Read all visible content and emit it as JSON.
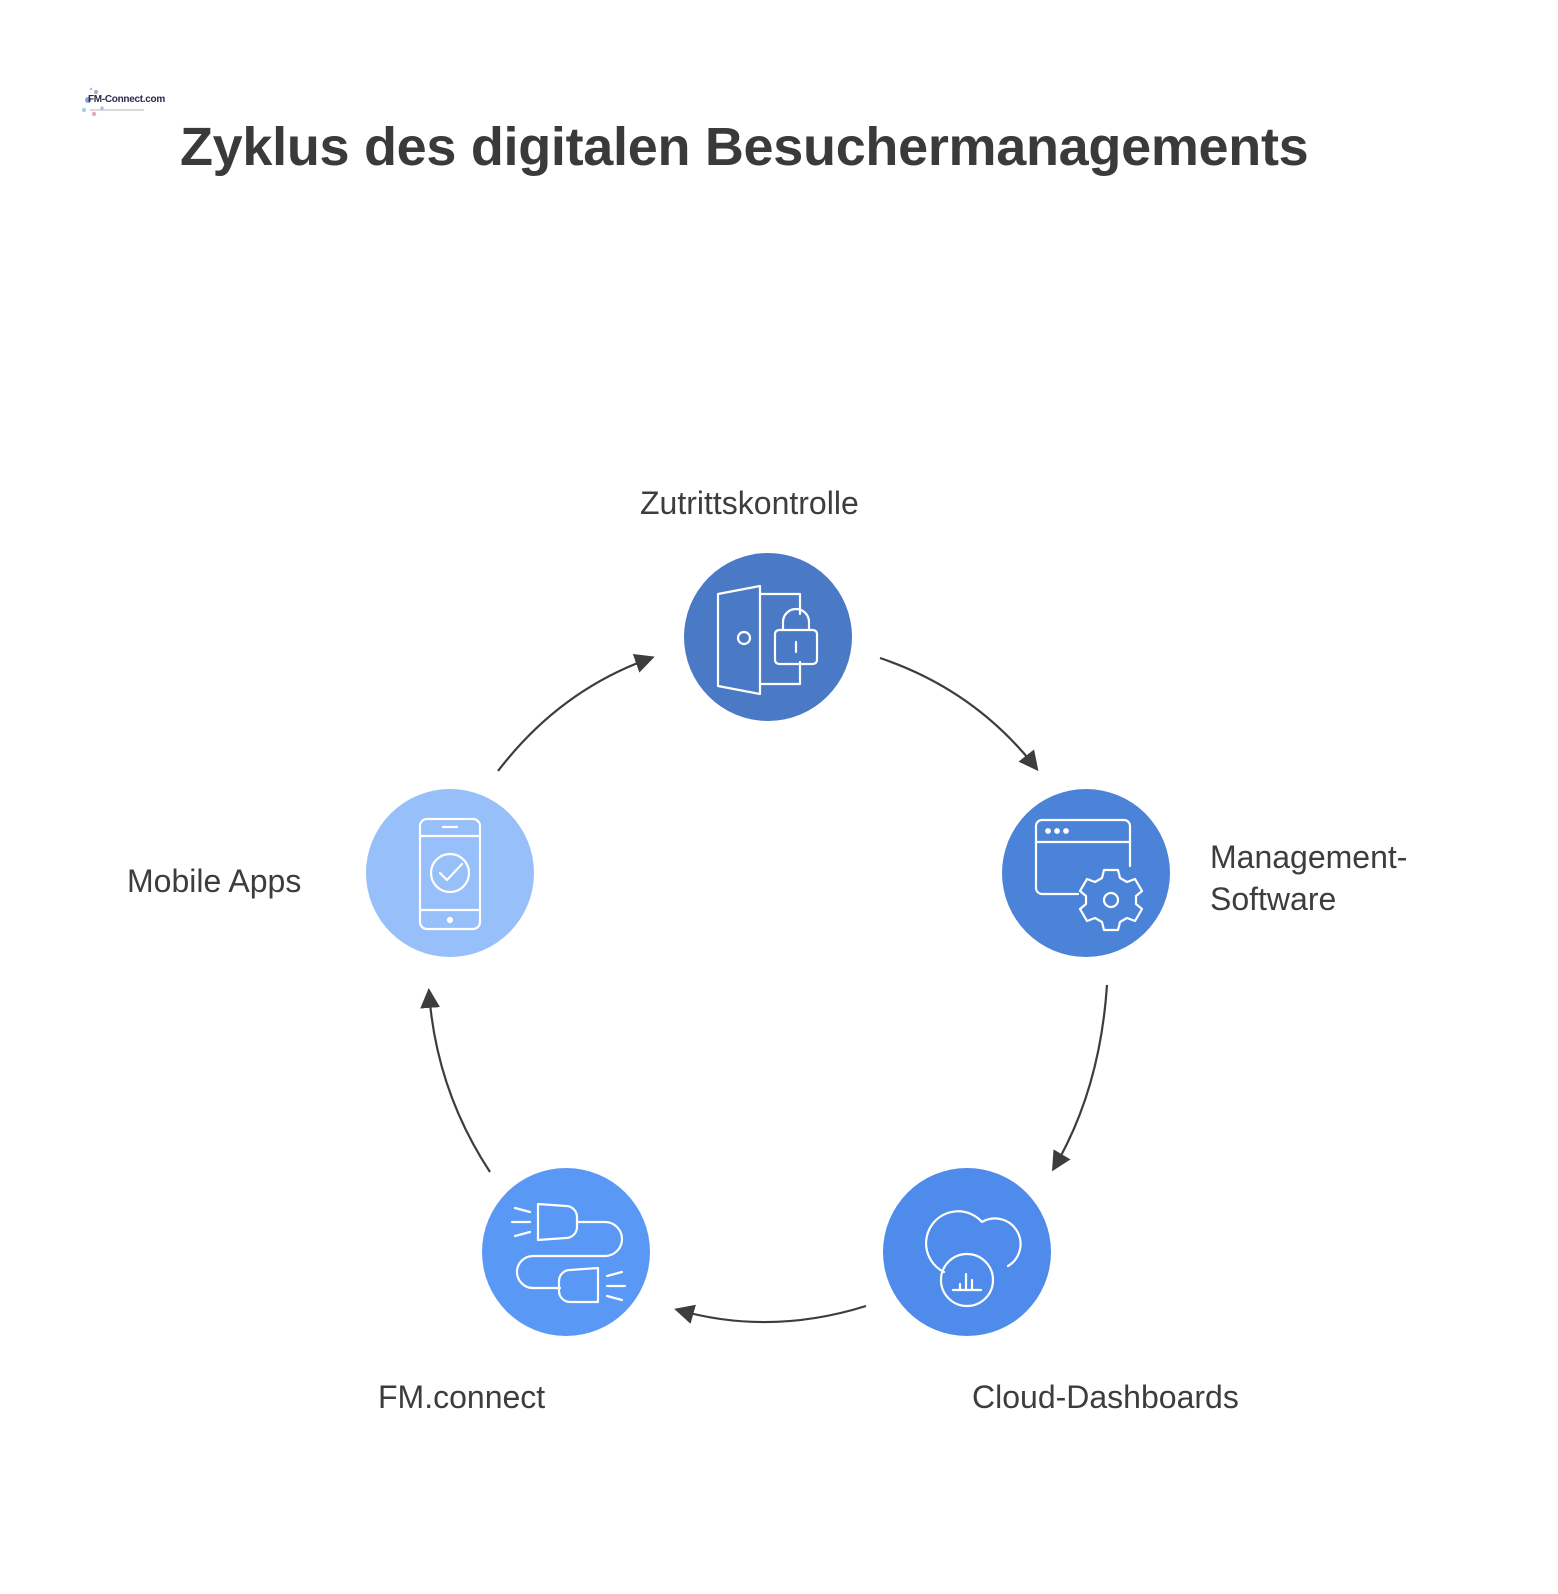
{
  "logo": {
    "text": "FM-Connect.com"
  },
  "title": "Zyklus des digitalen Besuchermanagements",
  "cycle": {
    "nodes": [
      {
        "label": "Zutrittskontrolle",
        "icon": "door-lock-icon",
        "color": "#4a79c6"
      },
      {
        "label_line1": "Management-",
        "label_line2": "Software",
        "icon": "window-gear-icon",
        "color": "#4b83d8"
      },
      {
        "label": "Cloud-Dashboards",
        "icon": "cloud-chart-icon",
        "color": "#4f8bea"
      },
      {
        "label": "FM.connect",
        "icon": "plug-connect-icon",
        "color": "#5a98f5"
      },
      {
        "label": "Mobile Apps",
        "icon": "phone-check-icon",
        "color": "#97bffa"
      }
    ],
    "arrow_color": "#3d3d3d"
  }
}
